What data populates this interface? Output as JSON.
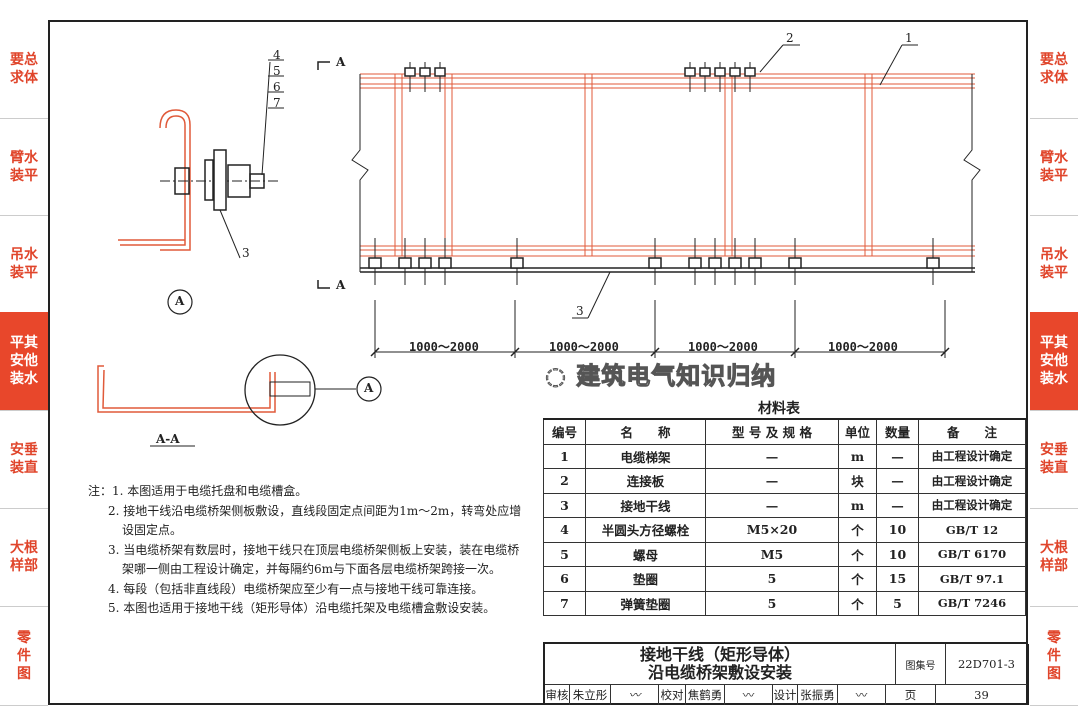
{
  "side_tabs": [
    {
      "lines": [
        "要总",
        "求体"
      ],
      "active": false
    },
    {
      "lines": [
        "臂水",
        "装平"
      ],
      "active": false
    },
    {
      "lines": [
        "吊水",
        "装平"
      ],
      "active": false
    },
    {
      "lines": [
        "平其",
        "安他",
        "装水"
      ],
      "active": true
    },
    {
      "lines": [
        "安垂",
        "装直"
      ],
      "active": false
    },
    {
      "lines": [
        "大根",
        "样部"
      ],
      "active": false
    },
    {
      "lines": [
        "零",
        "件",
        "图"
      ],
      "active": false
    }
  ],
  "drawing": {
    "section_mark": "A",
    "detail_ref": "A",
    "section_label": "A-A",
    "callouts": [
      "1",
      "2",
      "3",
      "4",
      "5",
      "6",
      "7"
    ],
    "dimensions": [
      "1000～2000",
      "1000～2000",
      "1000～2000",
      "1000～2000"
    ]
  },
  "materials": {
    "title": "材料表",
    "headers": [
      "编号",
      "名　　称",
      "型 号 及 规 格",
      "单位",
      "数量",
      "备　　注"
    ],
    "rows": [
      [
        "1",
        "电缆梯架",
        "—",
        "m",
        "—",
        "由工程设计确定"
      ],
      [
        "2",
        "连接板",
        "—",
        "块",
        "—",
        "由工程设计确定"
      ],
      [
        "3",
        "接地干线",
        "—",
        "m",
        "—",
        "由工程设计确定"
      ],
      [
        "4",
        "半圆头方径螺栓",
        "M5×20",
        "个",
        "10",
        "GB/T 12"
      ],
      [
        "5",
        "螺母",
        "M5",
        "个",
        "10",
        "GB/T 6170"
      ],
      [
        "6",
        "垫圈",
        "5",
        "个",
        "15",
        "GB/T 97.1"
      ],
      [
        "7",
        "弹簧垫圈",
        "5",
        "个",
        "5",
        "GB/T 7246"
      ]
    ]
  },
  "notes": {
    "heading": "注：",
    "items": [
      "1. 本图适用于电缆托盘和电缆槽盒。",
      "2. 接地干线沿电缆桥架侧板敷设，直线段固定点间距为1m～2m，转弯处应增设固定点。",
      "3. 当电缆桥架有数层时，接地干线只在顶层电缆桥架侧板上安装，装在电缆桥架哪一侧由工程设计确定，并每隔约6m与下面各层电缆桥架跨接一次。",
      "4. 每段（包括非直线段）电缆桥架应至少有一点与接地干线可靠连接。",
      "5. 本图也适用于接地干线（矩形导体）沿电缆托架及电缆槽盒敷设安装。"
    ]
  },
  "title_block": {
    "title_line1": "接地干线（矩形导体）",
    "title_line2": "沿电缆桥架敷设安装",
    "atlas_label": "图集号",
    "atlas_no": "22D701-3",
    "review_label": "审核",
    "reviewer": "朱立彤",
    "check_label": "校对",
    "checker": "焦鹤勇",
    "design_label": "设计",
    "designer": "张振勇",
    "page_label": "页",
    "page_no": "39"
  },
  "watermark": "建筑电气知识归纳"
}
